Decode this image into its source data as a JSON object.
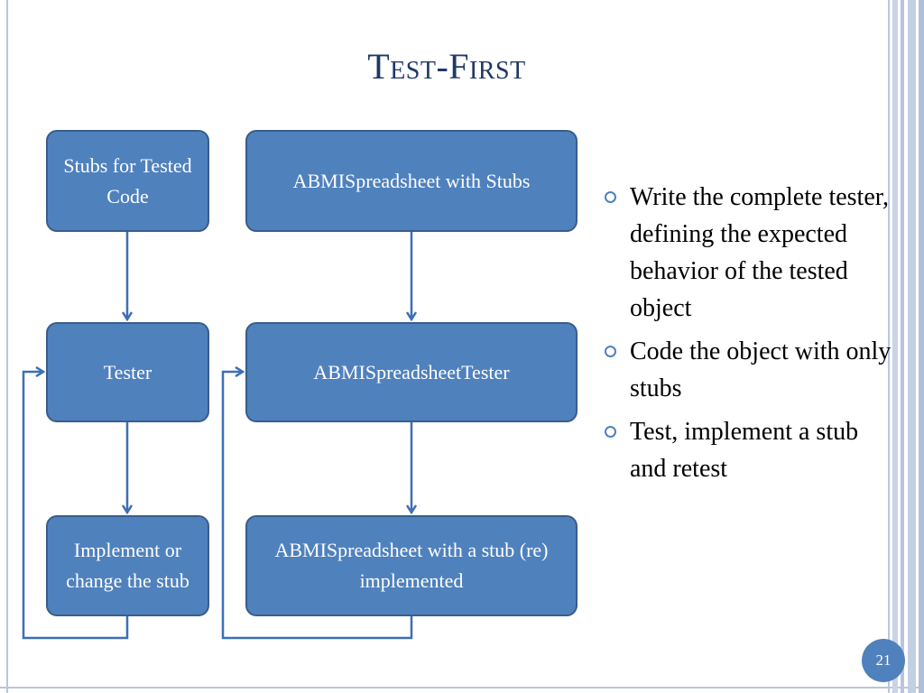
{
  "slide": {
    "title": "Test-First",
    "page_number": "21"
  },
  "diagram": {
    "boxes": {
      "stubs_for_tested_code": "Stubs for Tested Code",
      "abmi_with_stubs": "ABMISpreadsheet with Stubs",
      "tester": "Tester",
      "abmi_tester": "ABMISpreadsheetTester",
      "implement_stub": "Implement or change the stub",
      "abmi_stub_implemented": "ABMISpreadsheet with a stub (re) implemented"
    }
  },
  "bullets": [
    "Write the complete tester, defining the expected behavior of the tested object",
    "Code the object with only stubs",
    "Test, implement a stub and retest"
  ],
  "colors": {
    "box_fill": "#4f81bd",
    "box_border": "#385d8a",
    "arrow": "#3c6fb6",
    "title": "#1f3864"
  }
}
